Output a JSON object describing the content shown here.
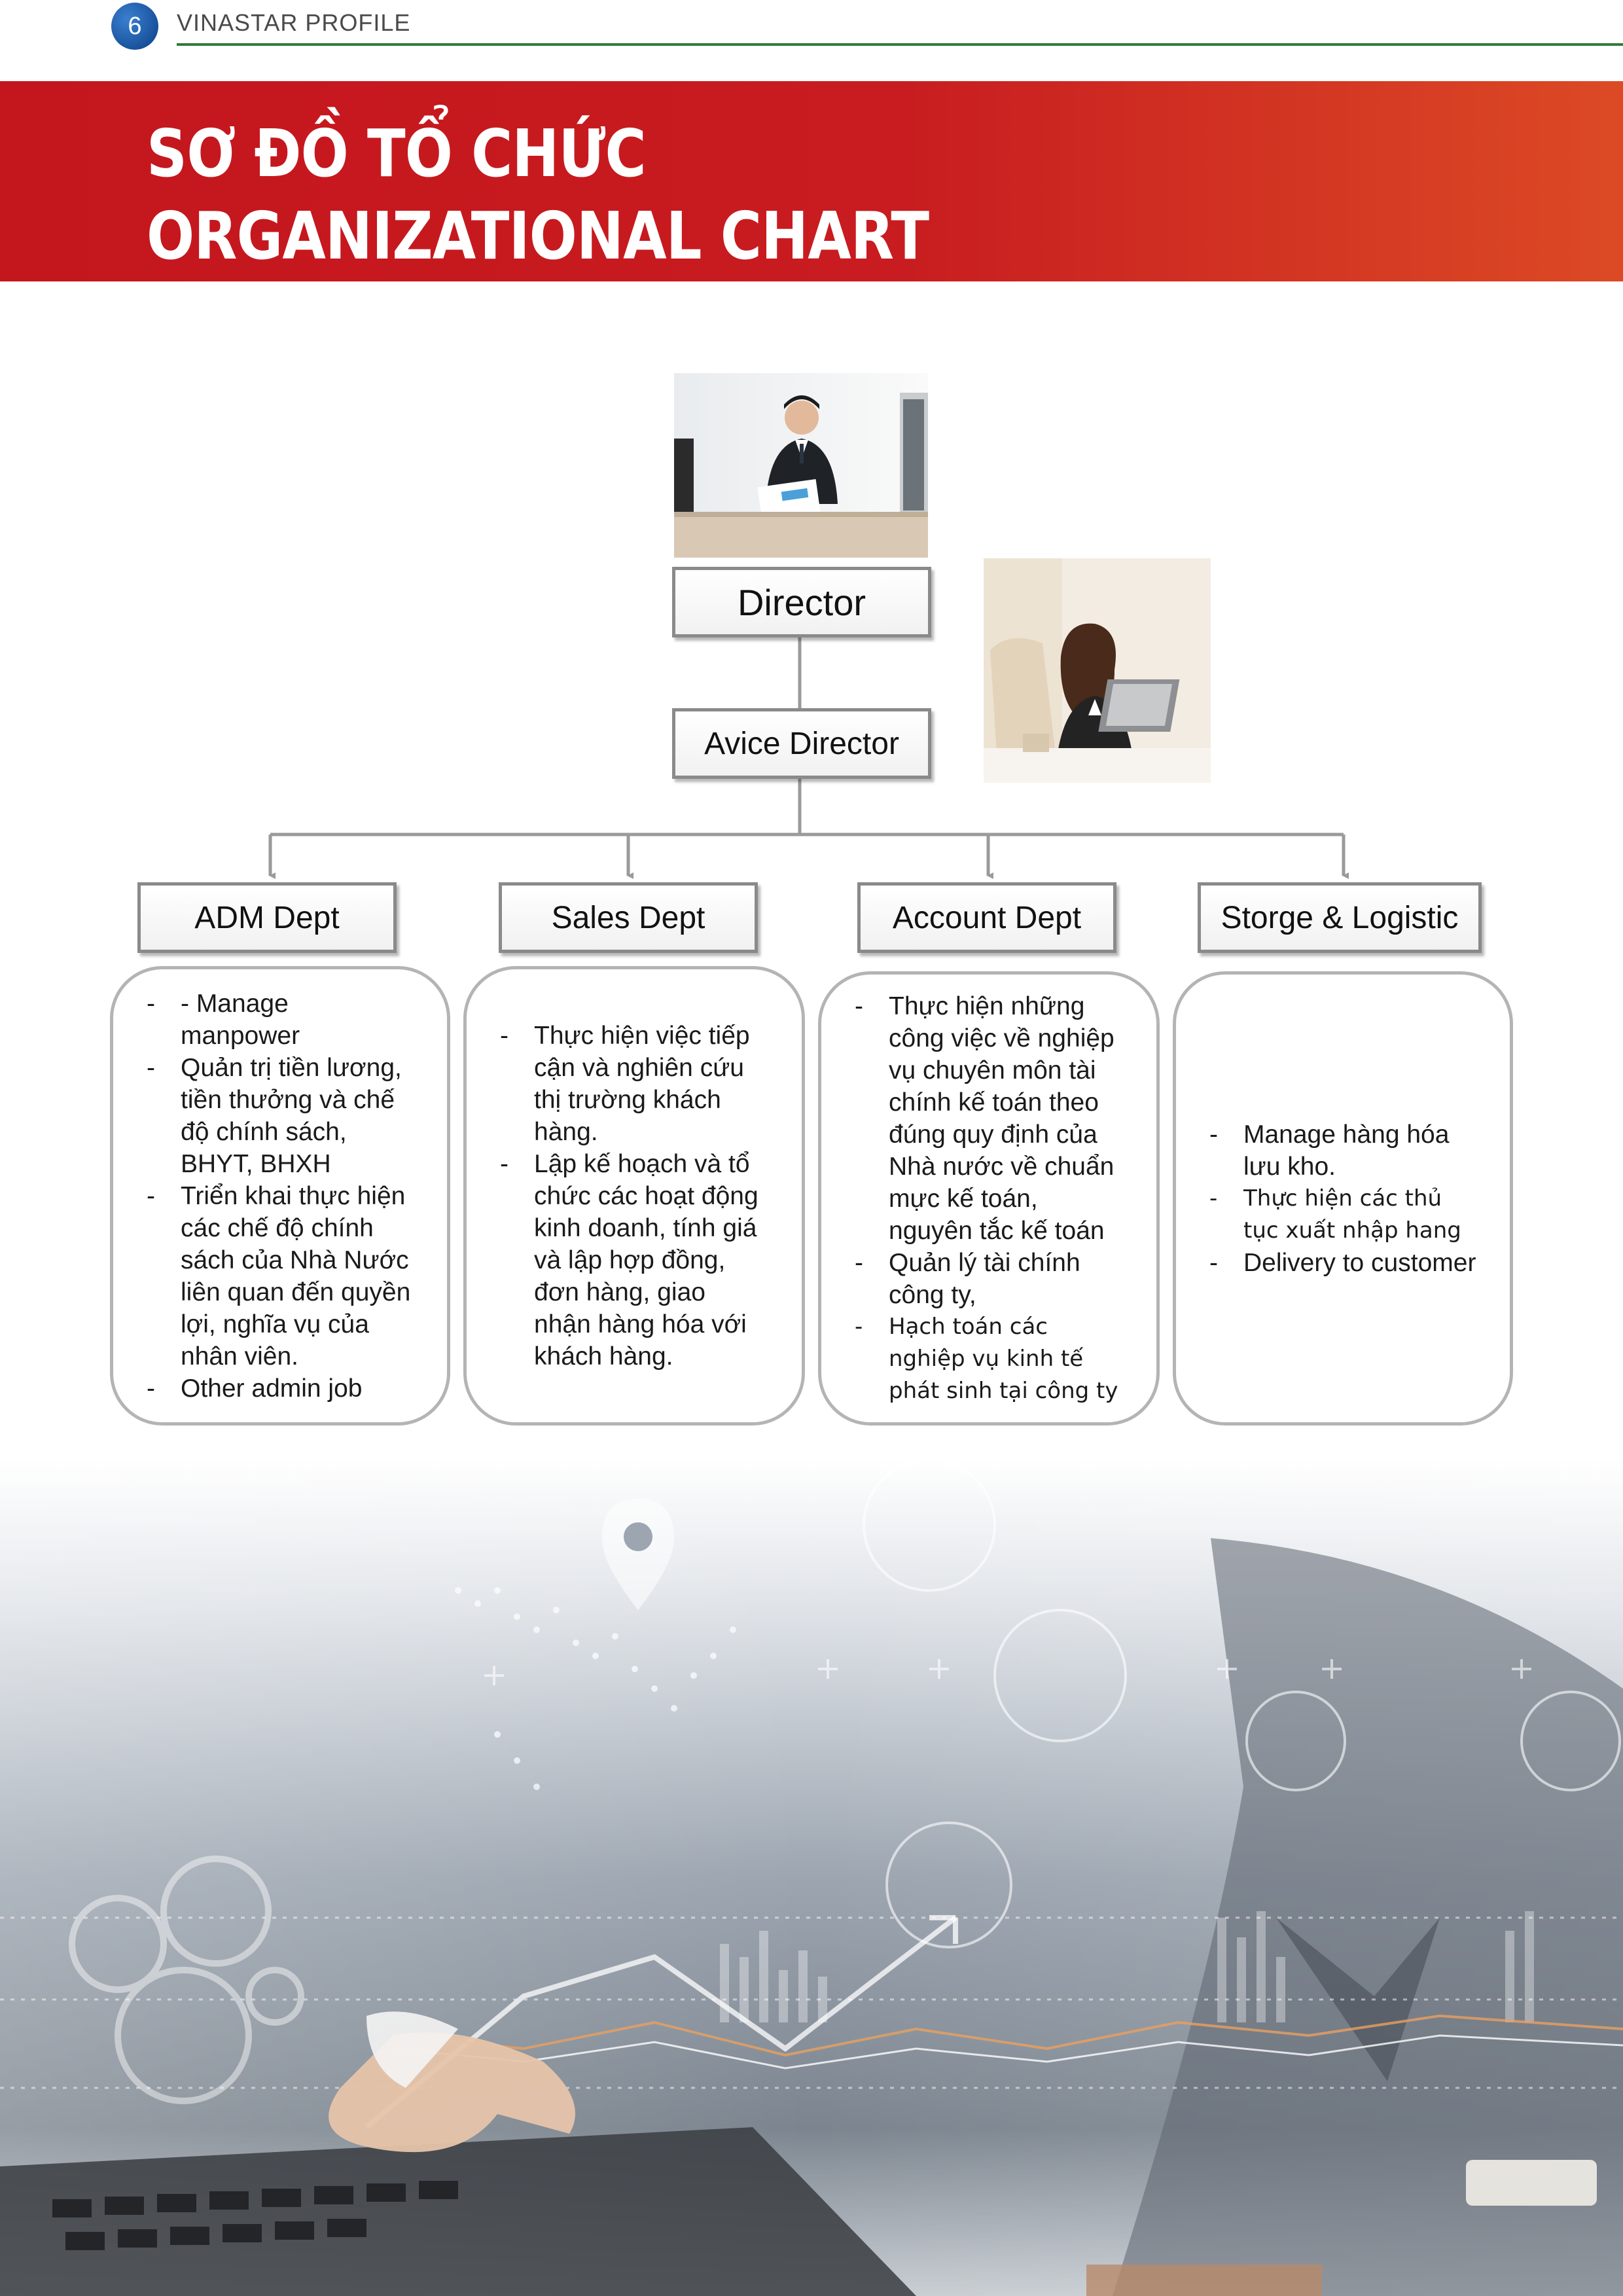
{
  "header": {
    "page_number": "6",
    "profile_label": "VINASTAR PROFILE"
  },
  "banner": {
    "title_vi": "SƠ ĐỒ TỔ CHỨC",
    "title_en": "ORGANIZATIONAL CHART"
  },
  "org": {
    "director": "Director",
    "vice_director": "Avice Director",
    "departments": [
      {
        "name": "ADM Dept",
        "tasks": [
          {
            "text": "-  Manage manpower",
            "small": false
          },
          {
            "text": "Quản trị tiền lương, tiền thưởng và chế độ chính sách, BHYT, BHXH",
            "small": false
          },
          {
            "text": "Triển khai thực hiện các chế độ chính sách của Nhà Nước liên quan đến quyền lợi, nghĩa vụ của nhân viên.",
            "small": false
          },
          {
            "text": "Other admin job",
            "small": false
          }
        ]
      },
      {
        "name": "Sales Dept",
        "tasks": [
          {
            "text": "Thực hiện việc tiếp cận và nghiên cứu thị trường khách hàng.",
            "small": false
          },
          {
            "text": "Lập kế hoạch và tổ chức các hoạt động kinh doanh, tính giá và lập hợp đồng, đơn hàng, giao nhận hàng hóa với khách hàng.",
            "small": false
          }
        ]
      },
      {
        "name": "Account Dept",
        "tasks": [
          {
            "text": "Thực hiện những công việc về nghiệp vụ chuyên môn tài chính kế toán theo đúng quy định của Nhà nước về chuẩn mực kế toán, nguyên tắc kế toán",
            "small": false
          },
          {
            "text": "Quản lý tài chính công ty,",
            "small": false
          },
          {
            "text": "Hạch toán các nghiệp vụ kinh tế phát sinh tại công ty",
            "small": true
          }
        ]
      },
      {
        "name": "Storge & Logistic",
        "tasks": [
          {
            "text": "Manage hàng hóa lưu kho.",
            "small": false
          },
          {
            "text": "Thực hiện các thủ tục xuất nhập hang",
            "small": true
          },
          {
            "text": "Delivery to customer",
            "small": false
          }
        ]
      }
    ]
  },
  "colors": {
    "banner_red": "#c4161d",
    "banner_orange": "#dc4a25",
    "header_line_green": "#2e7a3c",
    "connector_gray": "#9a9a9a"
  }
}
